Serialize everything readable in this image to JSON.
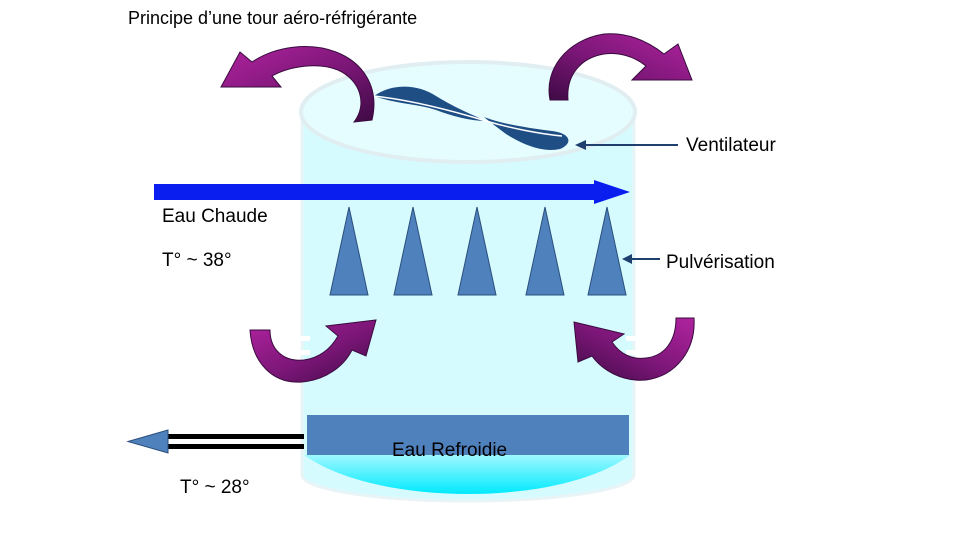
{
  "title": "Principe d’une tour aéro-réfrigérante",
  "labels": {
    "fan": "Ventilateur",
    "spray": "Pulvérisation",
    "hot_water": "Eau Chaude",
    "hot_temp": "T° ~ 38°",
    "cooled_water": "Eau Refroidie",
    "cold_temp": "T° ~ 28°"
  },
  "colors": {
    "tower_fill": "#d6fbff",
    "tower_top": "#e6fdff",
    "fan_blade": "#1f4e85",
    "hot_water_arrow": "#0a1ef0",
    "spray_cone": "#4f81bd",
    "cooled_water": "#4f81bd",
    "basin": "#00f0ff",
    "air_arrow": "#8a1a8a",
    "pointer_line": "#1f3f6f",
    "outflow_arrow": "#4f81bd"
  }
}
